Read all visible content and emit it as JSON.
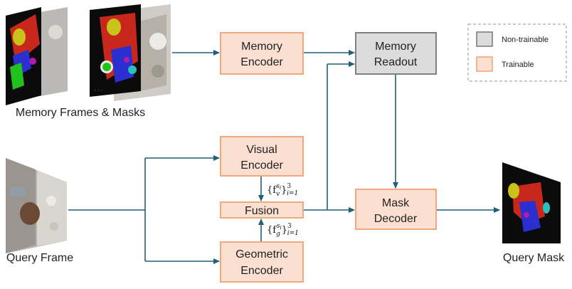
{
  "memory_frames_label": "Memory Frames & Masks",
  "ellipsis": "...",
  "query_frame_label": "Query Frame",
  "query_mask_label": "Query Mask",
  "memory_encoder": {
    "line1": "Memory",
    "line2": "Encoder"
  },
  "memory_readout": {
    "line1": "Memory",
    "line2": "Readout"
  },
  "visual_encoder": {
    "line1": "Visual",
    "line2": "Encoder"
  },
  "fusion": {
    "label": "Fusion"
  },
  "geometric_encoder": {
    "line1": "Geometric",
    "line2": "Encoder"
  },
  "mask_decoder": {
    "line1": "Mask",
    "line2": "Decoder"
  },
  "visual_features": {
    "base": "{f",
    "sub": "v",
    "sup_s": "s",
    "sup_i": "i",
    "close": "}",
    "range_sup": "3",
    "range_sub": "i=1"
  },
  "geometric_features": {
    "base": "{f",
    "sub": "g",
    "sup_s": "s",
    "sup_i": "i",
    "close": "}",
    "range_sup": "3",
    "range_sub": "i=1"
  },
  "legend": {
    "non_trainable": "Non-trainable",
    "trainable": "Trainable"
  },
  "colors": {
    "trainable_fill": "#fbe0d2",
    "trainable_stroke": "#f3a77c",
    "non_trainable_fill": "#dcdcdc",
    "non_trainable_stroke": "#7f7f7f",
    "arrow": "#1f5f7a"
  }
}
